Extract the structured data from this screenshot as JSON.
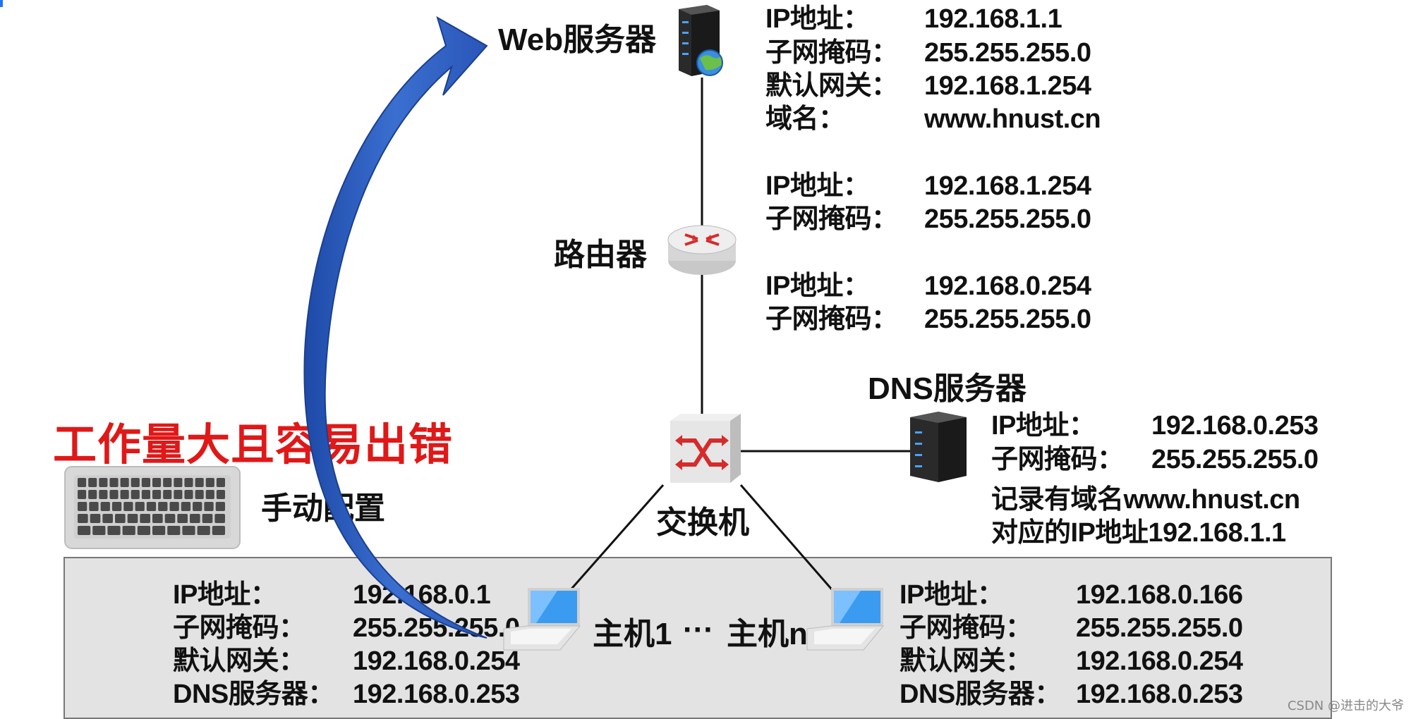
{
  "web_server": {
    "label": "Web服务器",
    "ip_label": "IP地址：",
    "ip": "192.168.1.1",
    "mask_label": "子网掩码：",
    "mask": "255.255.255.0",
    "gw_label": "默认网关：",
    "gw": "192.168.1.254",
    "domain_label": "域名：",
    "domain": "www.hnust.cn"
  },
  "router": {
    "label": "路由器",
    "port1": {
      "ip_label": "IP地址：",
      "ip": "192.168.1.254",
      "mask_label": "子网掩码：",
      "mask": "255.255.255.0"
    },
    "port2": {
      "ip_label": "IP地址：",
      "ip": "192.168.0.254",
      "mask_label": "子网掩码：",
      "mask": "255.255.255.0"
    }
  },
  "dns_server": {
    "label": "DNS服务器",
    "ip_label": "IP地址：",
    "ip": "192.168.0.253",
    "mask_label": "子网掩码：",
    "mask": "255.255.255.0",
    "record_line1": "记录有域名www.hnust.cn",
    "record_line2": "对应的IP地址192.168.1.1"
  },
  "switch": {
    "label": "交换机"
  },
  "warning": "工作量大且容易出错",
  "manual_config": "手动配置",
  "host1": {
    "label": "主机1",
    "ip_label": "IP地址：",
    "ip": "192.168.0.1",
    "mask_label": "子网掩码：",
    "mask": "255.255.255.0",
    "gw_label": "默认网关：",
    "gw": "192.168.0.254",
    "dns_label": "DNS服务器：",
    "dns": "192.168.0.253"
  },
  "ellipsis": "···",
  "hostn": {
    "label": "主机n",
    "ip_label": "IP地址：",
    "ip": "192.168.0.166",
    "mask_label": "子网掩码：",
    "mask": "255.255.255.0",
    "gw_label": "默认网关：",
    "gw": "192.168.0.254",
    "dns_label": "DNS服务器：",
    "dns": "192.168.0.253"
  },
  "watermark": "CSDN @进击的大爷",
  "colors": {
    "warning": "#e01818",
    "arrow": "#2a56b8",
    "hosts_box": "#e3e3e3"
  }
}
